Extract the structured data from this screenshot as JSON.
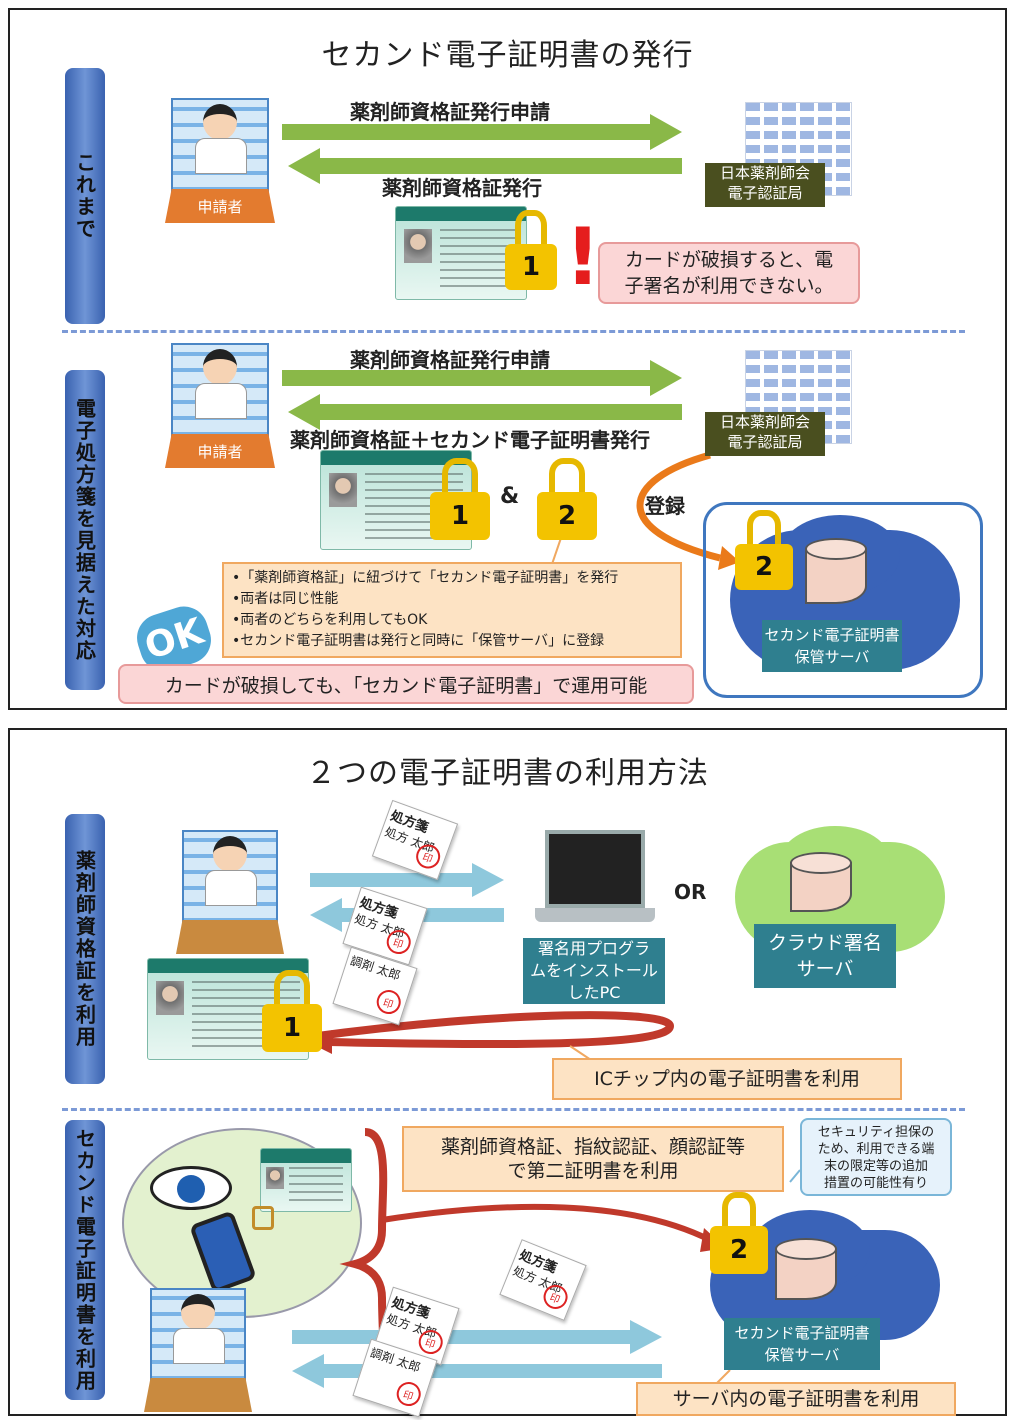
{
  "panel1": {
    "title": "セカンド電子証明書の発行",
    "section_before": {
      "label": "これまで",
      "applicant": "申請者",
      "arrow_request": "薬剤師資格証発行申請",
      "arrow_issue": "薬剤師資格証発行",
      "authority": [
        "日本薬剤師会",
        "電子認証局"
      ],
      "lock_number": "1",
      "warning_mark": "!",
      "warning": [
        "カードが破損すると、電",
        "子署名が利用できない。"
      ]
    },
    "section_after": {
      "label": "電子処方箋を見据えた対応",
      "applicant": "申請者",
      "arrow_request": "薬剤師資格証発行申請",
      "arrow_issue": "薬剤師資格証＋セカンド電子証明書発行",
      "authority": [
        "日本薬剤師会",
        "電子認証局"
      ],
      "lock1": "1",
      "ampersand": "&",
      "lock2": "2",
      "register": "登録",
      "bullets": [
        "「薬剤師資格証」に紐づけて「セカンド電子証明書」を発行",
        "両者は同じ性能",
        "両者のどちらを利用してもOK",
        "セカンド電子証明書は発行と同時に「保管サーバ」に登録"
      ],
      "ok": "OK",
      "ok_message": "カードが破損しても、「セカンド電子証明書」で運用可能",
      "server_lock": "2",
      "server": [
        "セカンド電子証明書",
        "保管サーバ"
      ]
    }
  },
  "panel2": {
    "title": "２つの電子証明書の利用方法",
    "section_card": {
      "label": "薬剤師資格証を利用",
      "docs": [
        {
          "title": "処方箋",
          "name": "処方 太郎",
          "stamp": "印"
        },
        {
          "title": "処方箋",
          "name": "処方 太郎",
          "stamp": "印"
        },
        {
          "title": "",
          "name": "調剤 太郎",
          "stamp": "印"
        }
      ],
      "pc_box": [
        "署名用プログラ",
        "ムをインストール",
        "したPC"
      ],
      "or": "OR",
      "cloud_box": [
        "クラウド署名",
        "サーバ"
      ],
      "lock_number": "1",
      "ic_label": "ICチップ内の電子証明書を利用"
    },
    "section_second": {
      "label": "セカンド電子証明書を利用",
      "auth_box": [
        "薬剤師資格証、指紋認証、顔認証等",
        "で第二証明書を利用"
      ],
      "security_note": [
        "セキュリティ担保の",
        "ため、利用できる端",
        "末の限定等の追加",
        "措置の可能性有り"
      ],
      "docs": [
        {
          "title": "処方箋",
          "name": "処方 太郎",
          "stamp": "印"
        },
        {
          "title": "処方箋",
          "name": "処方 太郎",
          "stamp": "印"
        },
        {
          "title": "",
          "name": "調剤 太郎",
          "stamp": "印"
        }
      ],
      "server_lock": "2",
      "server": [
        "セカンド電子証明書",
        "保管サーバ"
      ],
      "server_label": "サーバ内の電子証明書を利用"
    }
  }
}
